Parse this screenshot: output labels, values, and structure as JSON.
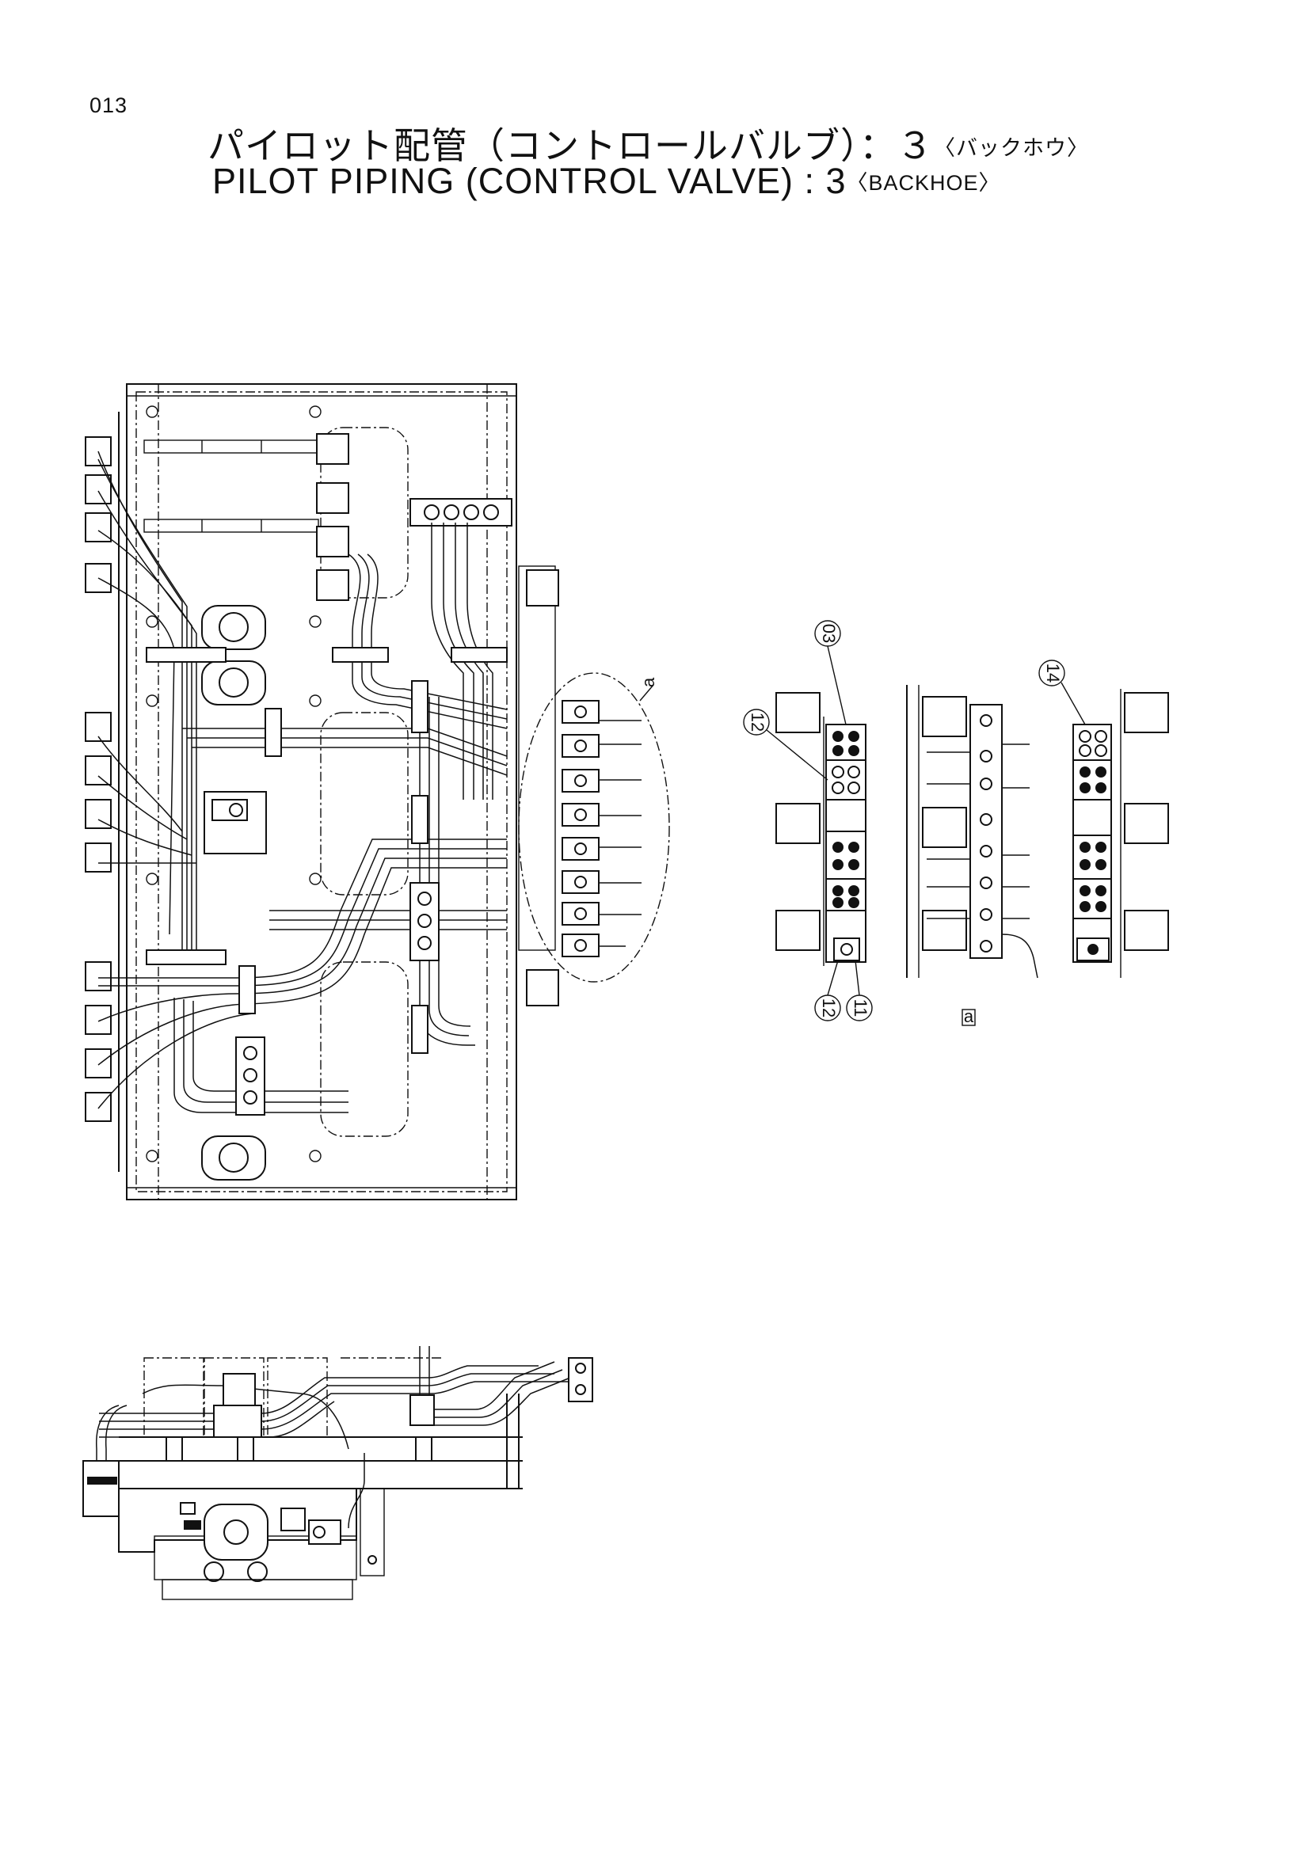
{
  "header": {
    "page_number": "013",
    "title_jp": "パイロット配管（コントロールバルブ）：３",
    "title_jp_suffix": "〈バックホウ〉",
    "title_en": "PILOT PIPING (CONTROL VALVE) : 3",
    "title_en_suffix": "〈BACKHOE〉"
  },
  "diagram": {
    "callouts": [
      "03",
      "12",
      "14",
      "12",
      "11"
    ],
    "view_marker": "a",
    "detail_marker": "a"
  }
}
